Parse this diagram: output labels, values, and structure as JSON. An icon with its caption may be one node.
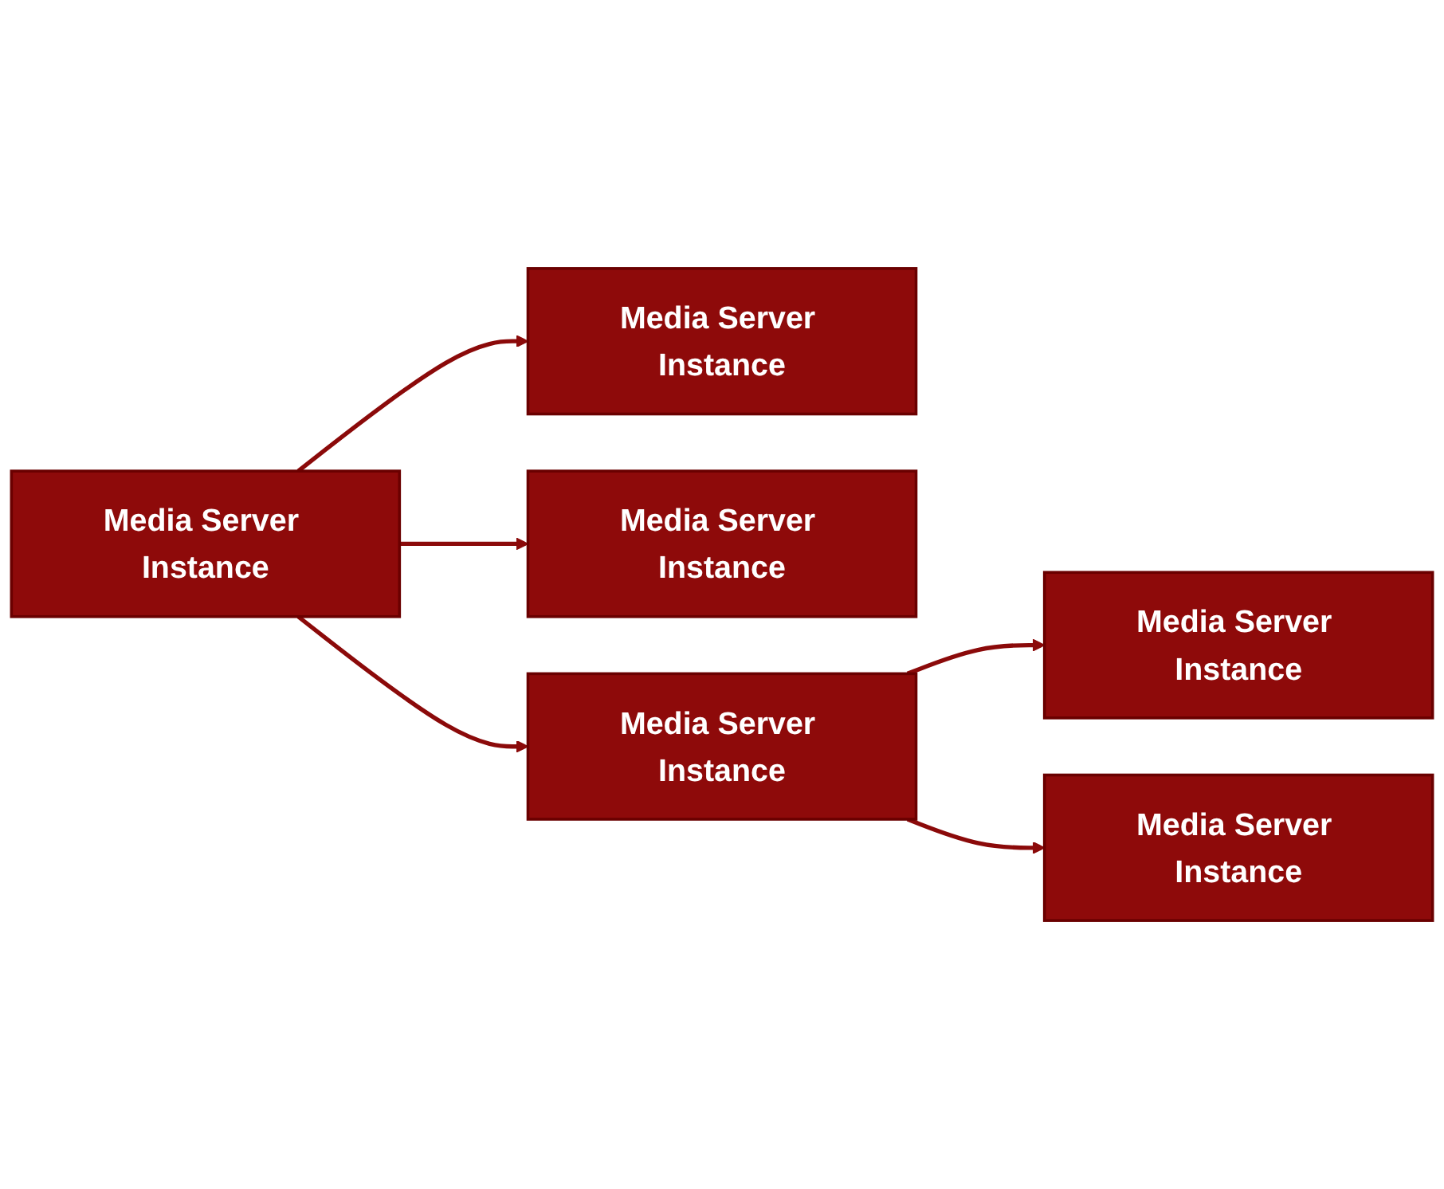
{
  "diagram": {
    "nodes": [
      {
        "text": [
          "Media Server Instance"
        ]
      },
      {
        "text": [
          "Media Server Instance"
        ]
      },
      {
        "text": [
          "Media Server Instance"
        ]
      },
      {
        "text": [
          "Media Server Instance"
        ]
      },
      {
        "text": [
          "Media Server Instance"
        ]
      },
      {
        "text": [
          "Media Server Instance"
        ]
      }
    ],
    "edges": [
      {
        "from": 0,
        "to": 1,
        "arrow": "to"
      },
      {
        "from": 0,
        "to": 2,
        "arrow": "to"
      },
      {
        "from": 0,
        "to": 3,
        "arrow": "to"
      },
      {
        "from": 3,
        "to": 4,
        "arrow": "to"
      },
      {
        "from": 3,
        "to": 5,
        "arrow": "to"
      }
    ]
  }
}
